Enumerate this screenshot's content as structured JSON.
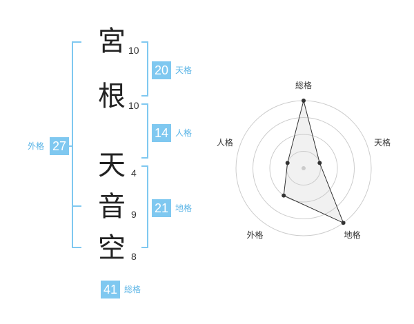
{
  "name_chars": [
    {
      "char": "宮",
      "strokes": "10"
    },
    {
      "char": "根",
      "strokes": "10"
    },
    {
      "char": "天",
      "strokes": "4"
    },
    {
      "char": "音",
      "strokes": "9"
    },
    {
      "char": "空",
      "strokes": "8"
    }
  ],
  "fortunes": {
    "tenkaku": {
      "value": "20",
      "label": "天格"
    },
    "jinkaku": {
      "value": "14",
      "label": "人格"
    },
    "chikaku": {
      "value": "21",
      "label": "地格"
    },
    "gaikaku": {
      "value": "27",
      "label": "外格"
    },
    "soukaku": {
      "value": "41",
      "label": "総格"
    }
  },
  "accent_color": "#7fc8f0",
  "chart_data": {
    "type": "radar",
    "axes": [
      "総格",
      "天格",
      "地格",
      "外格",
      "人格"
    ],
    "values": [
      4,
      1,
      4,
      2,
      1
    ],
    "max": 4,
    "grid": true
  }
}
